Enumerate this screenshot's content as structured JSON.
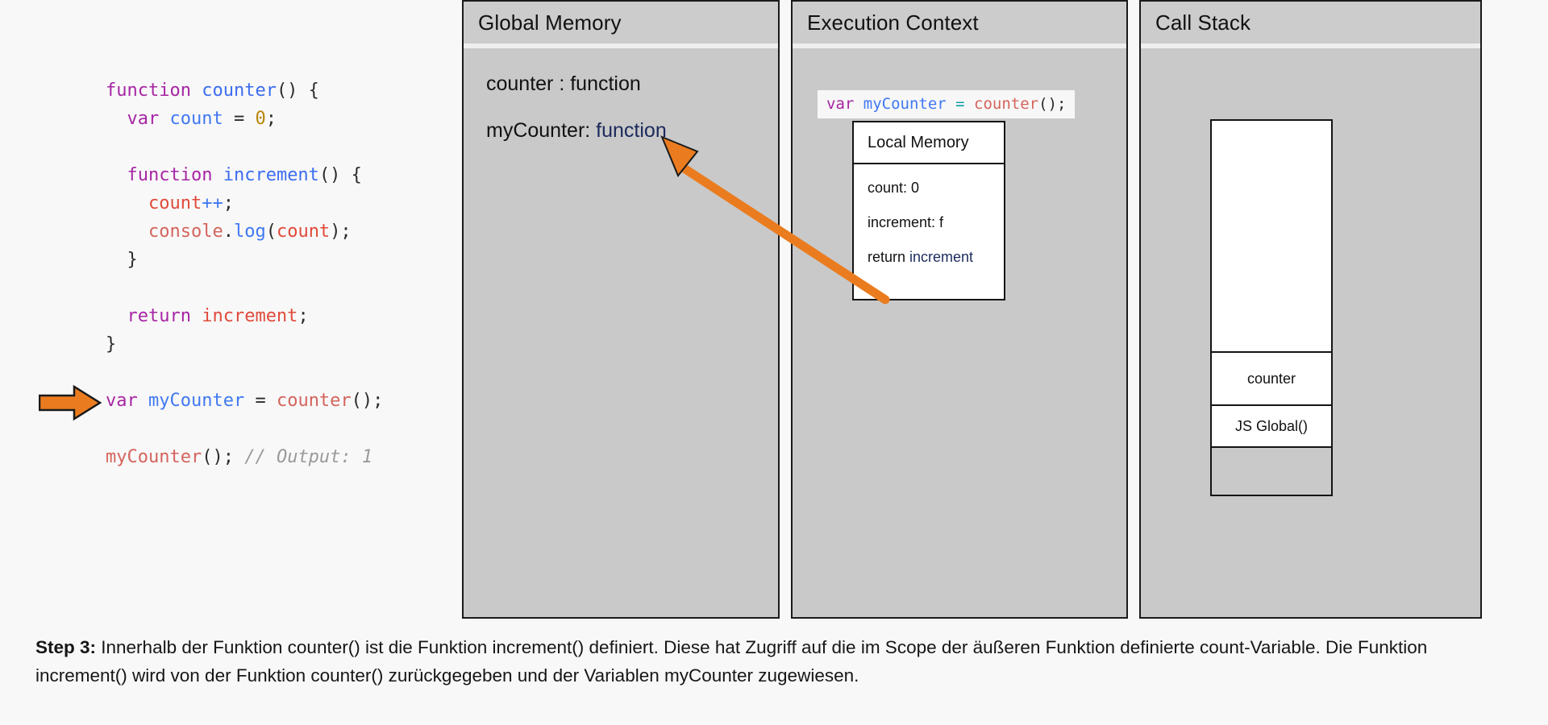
{
  "code": {
    "lines": [
      [
        {
          "t": "function ",
          "c": "kw"
        },
        {
          "t": "counter",
          "c": "fn"
        },
        {
          "t": "() {",
          "c": "punc"
        }
      ],
      [
        {
          "t": "  ",
          "c": "punc"
        },
        {
          "t": "var ",
          "c": "kw"
        },
        {
          "t": "count",
          "c": "var-blue"
        },
        {
          "t": " = ",
          "c": "punc"
        },
        {
          "t": "0",
          "c": "num"
        },
        {
          "t": ";",
          "c": "punc"
        }
      ],
      [],
      [
        {
          "t": "  ",
          "c": "punc"
        },
        {
          "t": "function ",
          "c": "kw"
        },
        {
          "t": "increment",
          "c": "fn"
        },
        {
          "t": "() {",
          "c": "punc"
        }
      ],
      [
        {
          "t": "    ",
          "c": "punc"
        },
        {
          "t": "count",
          "c": "ident"
        },
        {
          "t": "++",
          "c": "var-blue"
        },
        {
          "t": ";",
          "c": "punc"
        }
      ],
      [
        {
          "t": "    ",
          "c": "punc"
        },
        {
          "t": "console",
          "c": "ident2"
        },
        {
          "t": ".",
          "c": "punc"
        },
        {
          "t": "log",
          "c": "var-blue"
        },
        {
          "t": "(",
          "c": "punc"
        },
        {
          "t": "count",
          "c": "ident"
        },
        {
          "t": ");",
          "c": "punc"
        }
      ],
      [
        {
          "t": "  }",
          "c": "punc"
        }
      ],
      [],
      [
        {
          "t": "  ",
          "c": "punc"
        },
        {
          "t": "return ",
          "c": "kw"
        },
        {
          "t": "increment",
          "c": "ident"
        },
        {
          "t": ";",
          "c": "punc"
        }
      ],
      [
        {
          "t": "}",
          "c": "punc"
        }
      ],
      [],
      [
        {
          "t": "var ",
          "c": "kw"
        },
        {
          "t": "myCounter",
          "c": "var-blue"
        },
        {
          "t": " = ",
          "c": "punc"
        },
        {
          "t": "counter",
          "c": "ident2"
        },
        {
          "t": "();",
          "c": "punc"
        }
      ],
      [],
      [
        {
          "t": "myCounter",
          "c": "ident2"
        },
        {
          "t": "();",
          "c": "punc"
        },
        {
          "t": " // Output: 1",
          "c": "cmt"
        }
      ]
    ],
    "pointer_arrow_name": "current-line-arrow",
    "pointer_arrow_color": "#ea7c1f"
  },
  "panels": {
    "global_memory": {
      "title": "Global Memory",
      "entries": [
        {
          "key": "counter :",
          "value": " function"
        },
        {
          "key": "myCounter:",
          "value": " function"
        }
      ]
    },
    "execution_context": {
      "title": "Execution Context",
      "code_chip": [
        {
          "t": "var ",
          "c": "kw"
        },
        {
          "t": "myCounter",
          "c": "var-blue"
        },
        {
          "t": " = ",
          "c": "op"
        },
        {
          "t": "counter",
          "c": "ident2"
        },
        {
          "t": "();",
          "c": "punc"
        }
      ],
      "local_memory": {
        "title": "Local Memory",
        "rows": [
          {
            "label": "count: 0",
            "blue_part": ""
          },
          {
            "label": "increment: f",
            "blue_part": ""
          },
          {
            "label": "return ",
            "blue_part": "increment"
          }
        ]
      }
    },
    "call_stack": {
      "title": "Call Stack",
      "frames": [
        "counter",
        "JS Global()"
      ]
    }
  },
  "link_arrow": {
    "name": "return-value-arrow",
    "color": "#ea7c1f",
    "from": "local-memory-box",
    "to": "global-memory-mycounter"
  },
  "caption": {
    "step_label": "Step 3:",
    "text": " Innerhalb der Funktion counter() ist die Funktion increment() definiert. Diese hat Zugriff auf die im Scope der äußeren Funktion definierte count-Variable. Die Funktion increment() wird von der Funktion counter() zurückgegeben und der Variablen myCounter zugewiesen."
  },
  "colors": {
    "page_background": "#f8f8f8",
    "panel_background": "#c9c9c9",
    "panel_header": "#cccccc",
    "panel_border": "#1a1a1a",
    "accent_orange": "#ea7c1f",
    "box_white": "#ffffff"
  }
}
